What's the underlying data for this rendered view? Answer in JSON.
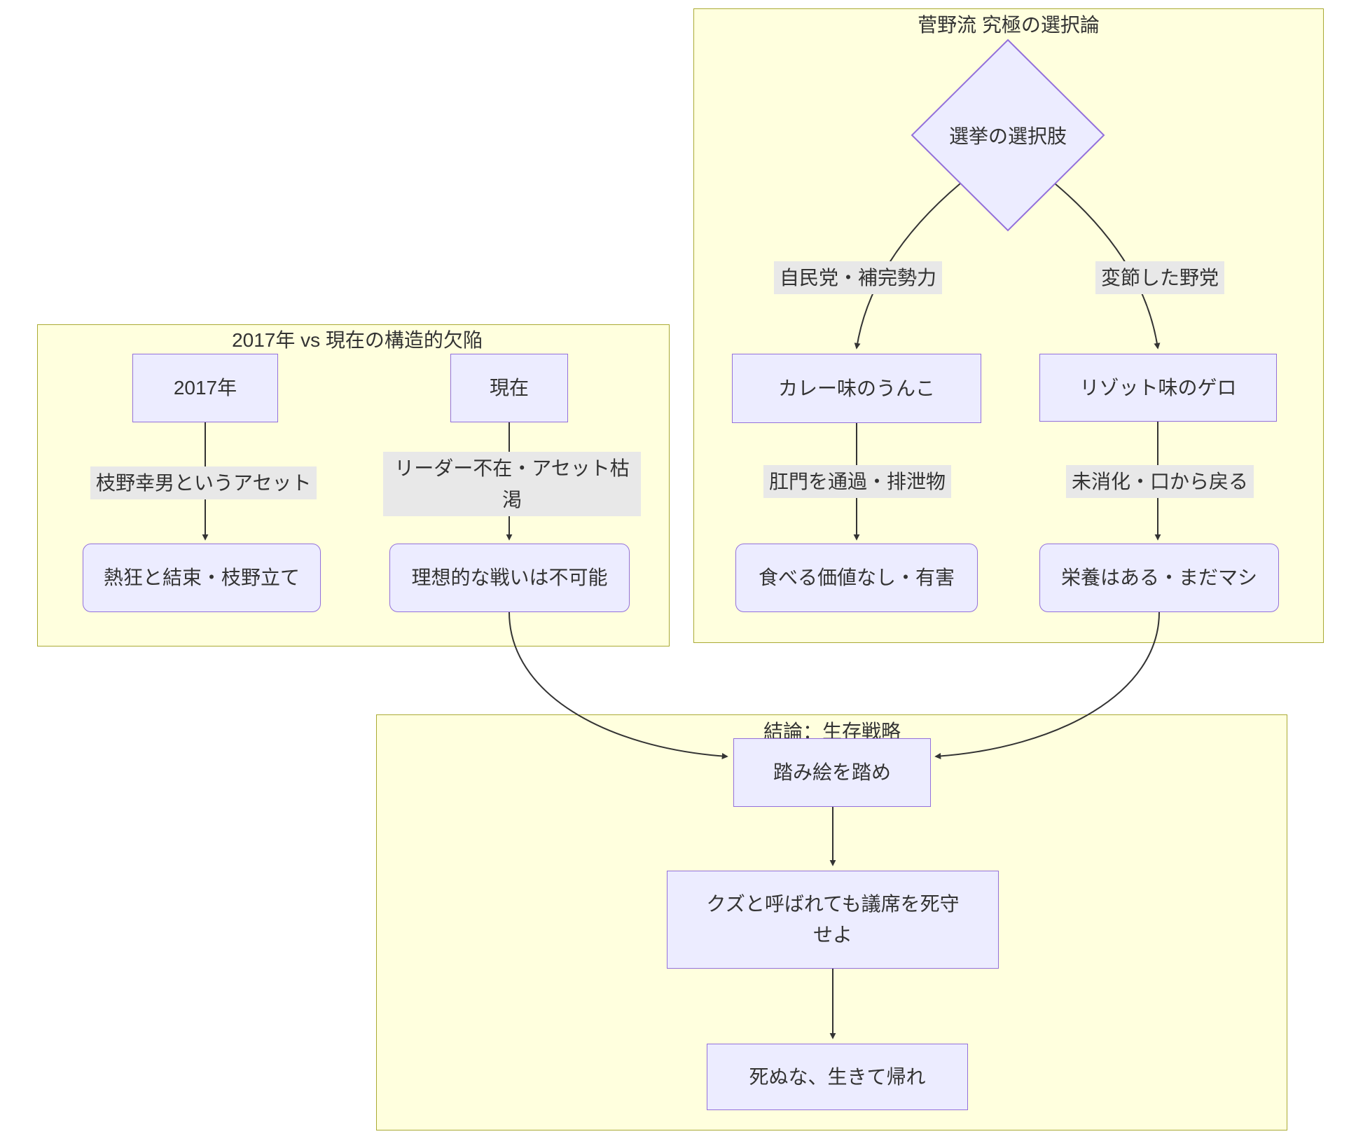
{
  "diagram": {
    "subgraphs": {
      "comparison": {
        "title": "2017年 vs 現在の構造的欠陥"
      },
      "choice": {
        "title": "菅野流 究極の選択論"
      },
      "conclusion": {
        "title": "結論：生存戦略"
      }
    },
    "nodes": {
      "y2017": "2017年",
      "genzai": "現在",
      "nekkyo": "熱狂と結束・枝野立て",
      "risou": "理想的な戦いは不可能",
      "senkyo": "選挙の選択肢",
      "curry": "カレー味のうんこ",
      "risotto": "リゾット味のゲロ",
      "taberu": "食べる価値なし・有害",
      "eiyo": "栄養はある・まだマシ",
      "fumie": "踏み絵を踏め",
      "kuzu": "クズと呼ばれても議席を死守せよ",
      "shinuna": "死ぬな、生きて帰れ"
    },
    "edge_labels": {
      "edano": "枝野幸男というアセット",
      "leaderless": "リーダー不在・アセット枯渇",
      "jiminto": "自民党・補完勢力",
      "hensetsu": "変節した野党",
      "koumon": "肛門を通過・排泄物",
      "mishouka": "未消化・口から戻る"
    },
    "colors": {
      "node_fill": "#ECECFF",
      "node_border": "#9370DB",
      "subgraph_fill": "#ffffde",
      "subgraph_border": "#aaaa33",
      "edge_stroke": "#333333",
      "edge_label_bg": "#e8e8e8",
      "text": "#333333"
    }
  }
}
